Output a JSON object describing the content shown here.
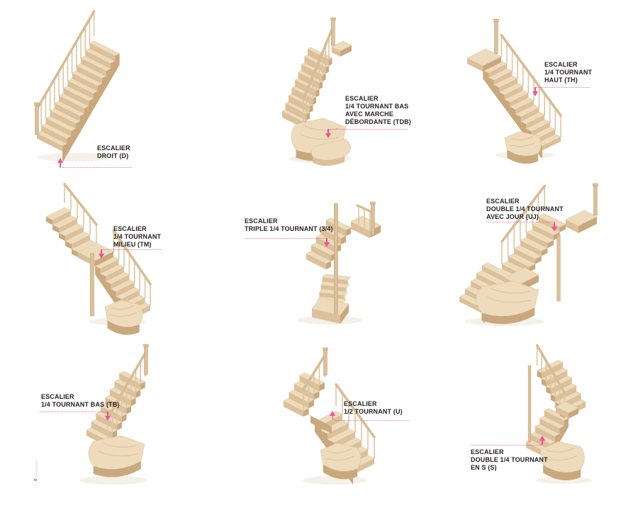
{
  "palette": {
    "accent": "#F0519B",
    "text": "#231F20",
    "background": "#FFFFFF",
    "wood_top": "#EDDBBC",
    "wood_riser": "#DCC09A",
    "wood_side": "#C9A87D",
    "wood_rail": "#D7BD96",
    "wood_baluster": "#DCC6A4",
    "wood_dark": "#B89B73",
    "shadow": "#ECE4D6"
  },
  "cells": [
    {
      "name": "escalier-droit",
      "code": "D",
      "label": "ESCALIER\nDROIT (D)"
    },
    {
      "name": "escalier-quart-tournant-bas-avec-marche-debordante",
      "code": "TDB",
      "label": "ESCALIER\n1/4 TOURNANT BAS\nAVEC MARCHE\nDÉBORDANTE (TDB)"
    },
    {
      "name": "escalier-quart-tournant-haut",
      "code": "TH",
      "label": "ESCALIER\n1/4 TOURNANT\nHAUT (TH)"
    },
    {
      "name": "escalier-quart-tournant-milieu",
      "code": "TM",
      "label": "ESCALIER\n1/4 TOURNANT\nMILIEU (TM)"
    },
    {
      "name": "escalier-triple-quart-tournant",
      "code": "3/4",
      "label": "ESCALIER\nTRIPLE 1/4 TOURNANT (3/4)"
    },
    {
      "name": "escalier-double-quart-tournant-avec-jour",
      "code": "UJ",
      "label": "ESCALIER\nDOUBLE 1/4 TOURNANT\nAVEC JOUR (UJ)"
    },
    {
      "name": "escalier-quart-tournant-bas",
      "code": "TB",
      "label": "ESCALIER\n1/4 TOURNANT BAS (TB)"
    },
    {
      "name": "escalier-demi-tournant",
      "code": "U",
      "label": "ESCALIER\n1/2 TOURNANT (U)"
    },
    {
      "name": "escalier-double-quart-tournant-en-s",
      "code": "S",
      "label": "ESCALIER\nDOUBLE 1/4 TOURNANT\nEN S (S)"
    }
  ]
}
